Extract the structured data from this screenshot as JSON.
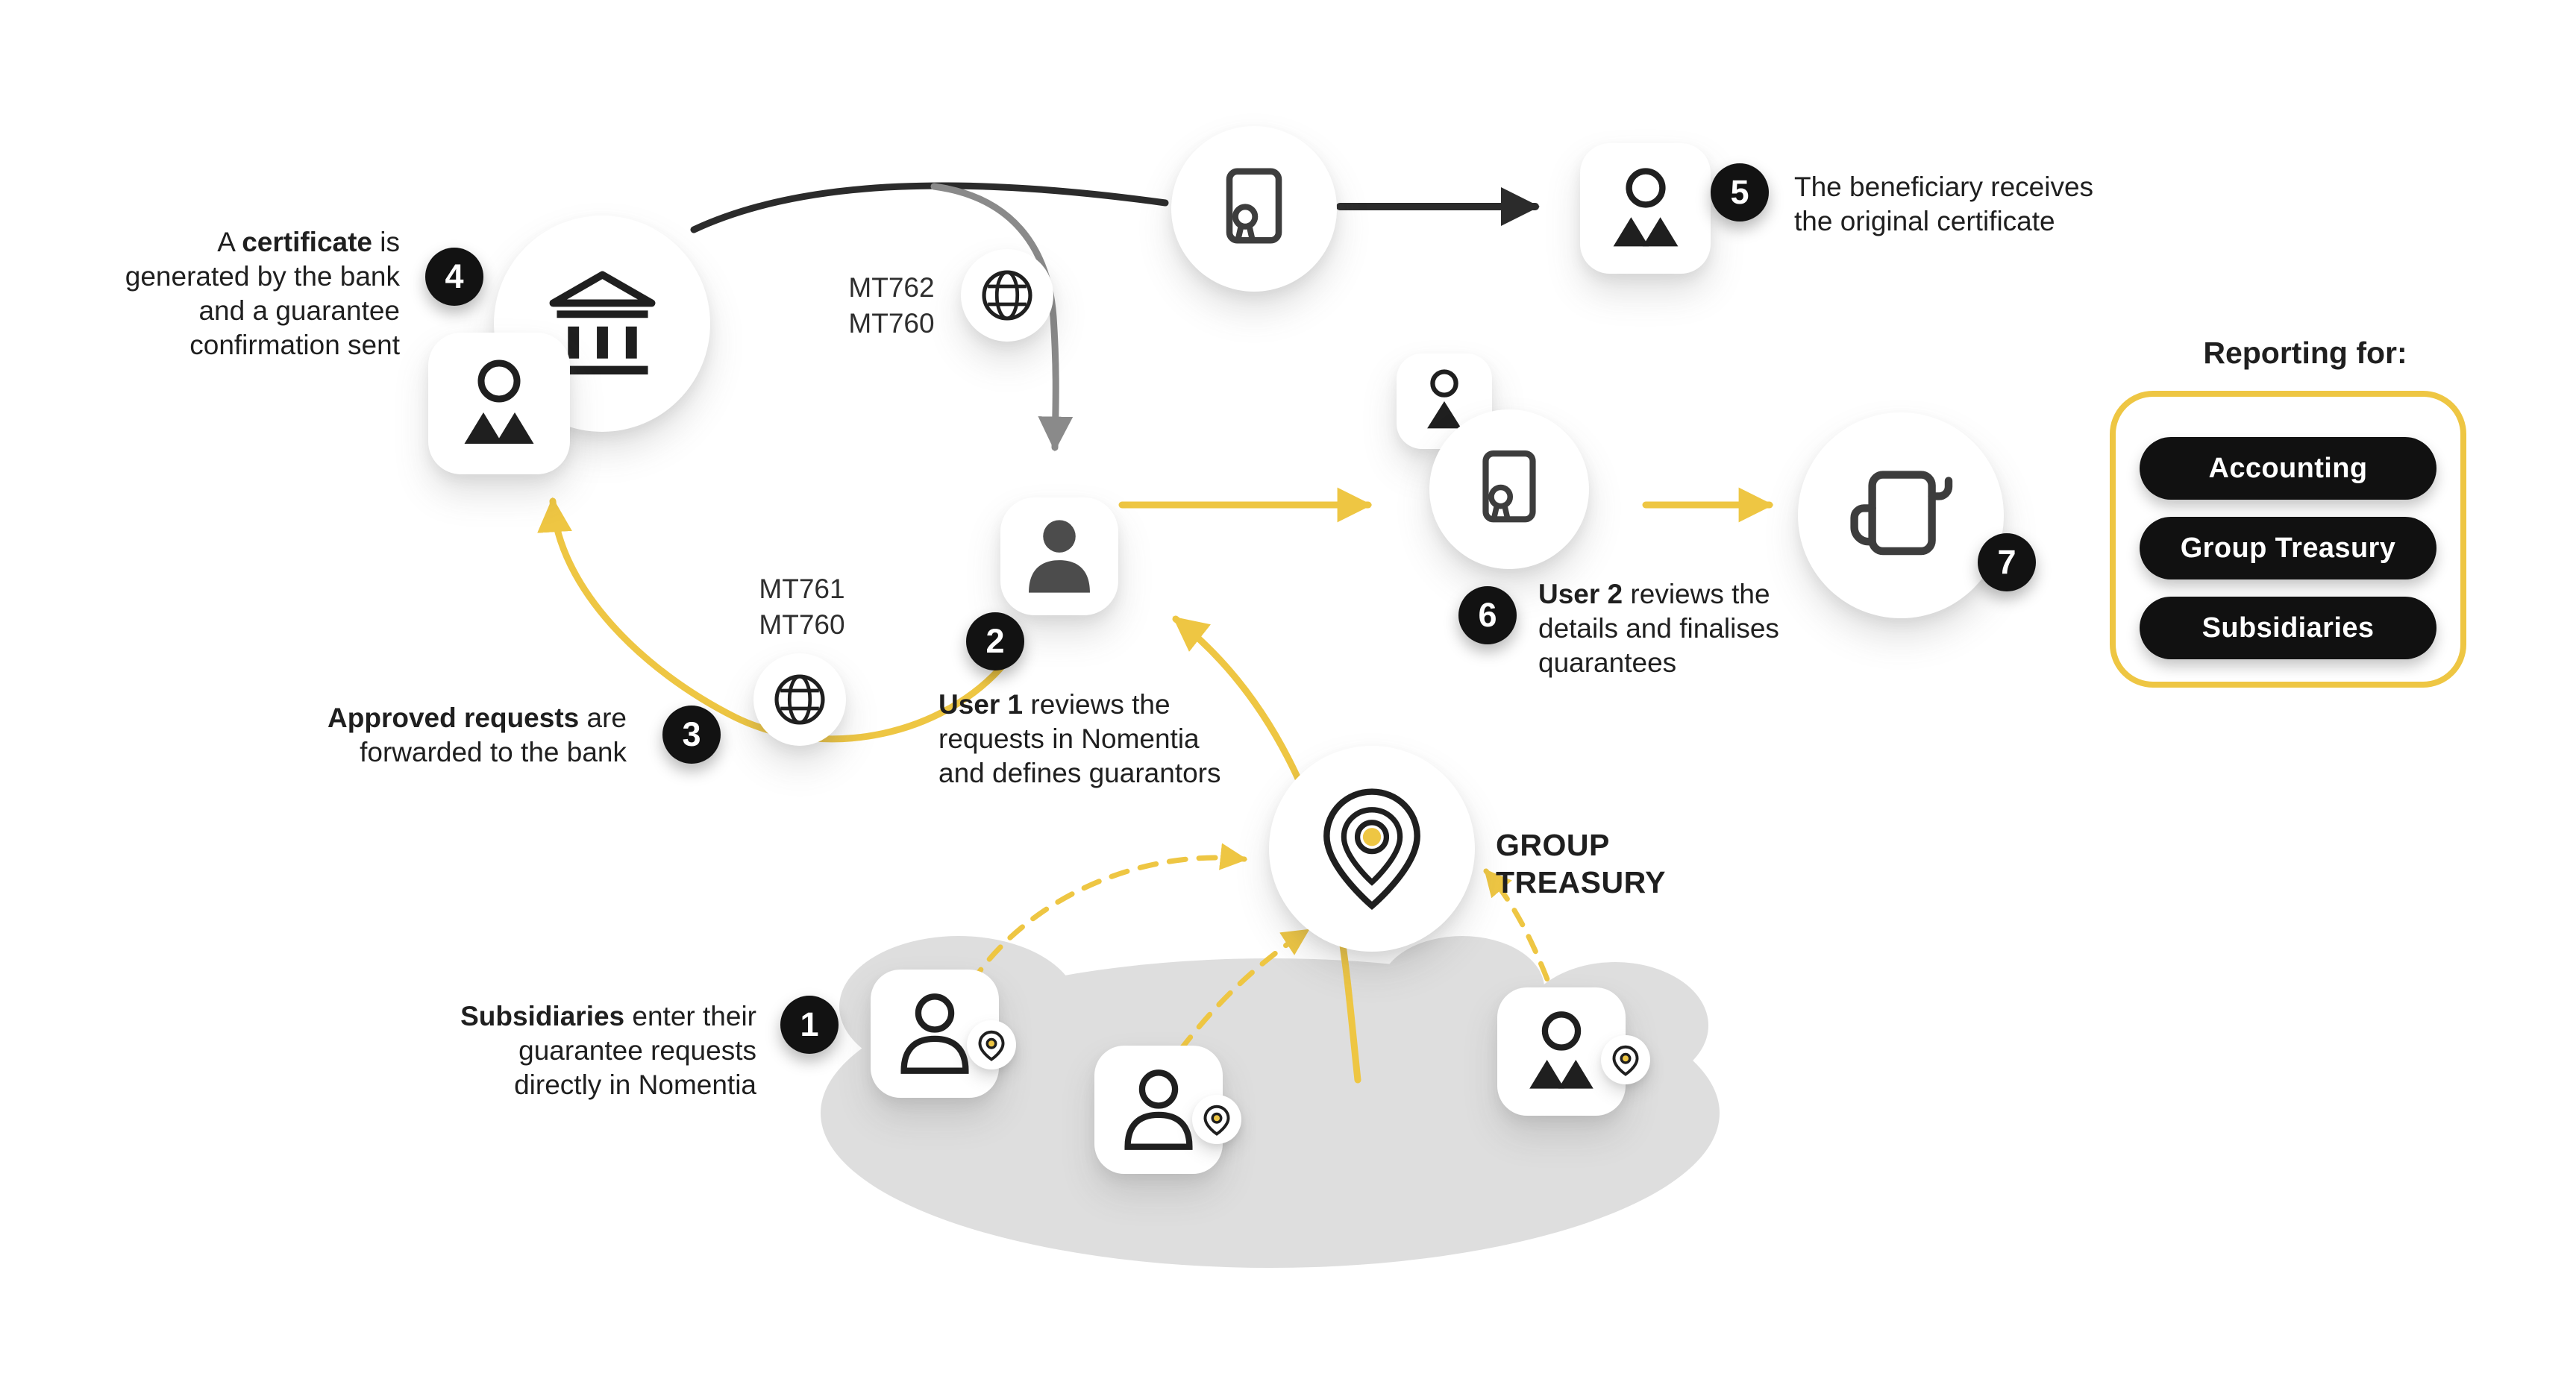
{
  "colors": {
    "accent": "#EEC643",
    "ink": "#1F1F1F",
    "arrow_dark": "#2B2B2B",
    "arrow_gray": "#8A8A8A",
    "map_gray": "#DEDEDE"
  },
  "steps": {
    "s1": {
      "num": "1",
      "bold": "Subsidiaries",
      "line1_rest": " enter their",
      "line2": "guarantee requests",
      "line3": "directly in Nomentia"
    },
    "s2": {
      "num": "2",
      "bold": "User 1",
      "line1_rest": " reviews the",
      "line2": "requests in Nomentia",
      "line3": "and defines guarantors"
    },
    "s3": {
      "num": "3",
      "bold": "Approved requests",
      "line1_rest": " are",
      "line2": "forwarded to the bank"
    },
    "s4": {
      "num": "4",
      "pre": "A ",
      "bold": "certificate",
      "line1_rest": " is",
      "line2": "generated by the bank",
      "line3": "and a guarantee",
      "line4": "confirmation sent"
    },
    "s5": {
      "num": "5",
      "line1": "The beneficiary receives",
      "line2": "the original certificate"
    },
    "s6": {
      "num": "6",
      "bold": "User 2",
      "line1_rest": " reviews the",
      "line2": "details and finalises",
      "line3": "quarantees"
    },
    "s7": {
      "num": "7"
    }
  },
  "labels": {
    "mt_top": "MT762\nMT760",
    "mt_bottom": "MT761\nMT760",
    "group_treasury": "GROUP\nTREASURY"
  },
  "reporting": {
    "title": "Reporting for:",
    "items": [
      "Accounting",
      "Group Treasury",
      "Subsidiaries"
    ]
  },
  "icons": {
    "bank": "bank-columns-icon",
    "globe": "globe-icon",
    "certificate": "certificate-ribbon-icon",
    "report": "report-scroll-icon",
    "location_pin": "location-pin-icon",
    "person": "person-icon"
  }
}
